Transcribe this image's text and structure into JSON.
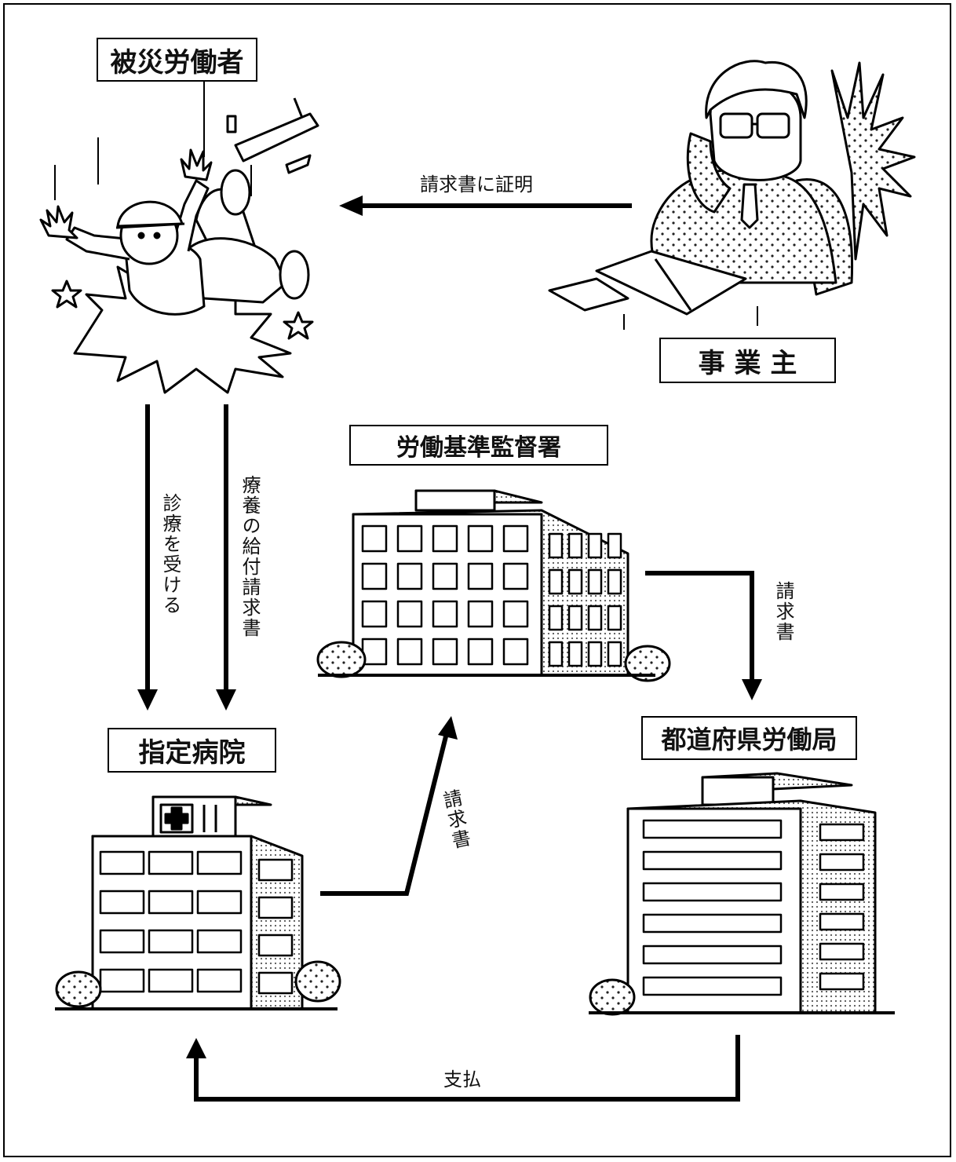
{
  "nodes": {
    "worker": "被災労働者",
    "employer": "事 業 主",
    "labor_office": "労働基準監督署",
    "hospital": "指定病院",
    "prefecture_bureau": "都道府県労働局"
  },
  "edges": {
    "employer_to_worker": "請求書に証明",
    "worker_to_hospital_care": "診療を受ける",
    "worker_to_hospital_claim": "療養の給付請求書",
    "hospital_to_office": "請求書",
    "office_to_bureau": "請求書",
    "bureau_to_hospital": "支払"
  },
  "icons": {
    "worker": "falling-worker-icon",
    "employer": "employer-on-phone-icon",
    "labor_office": "office-building-icon",
    "hospital": "hospital-building-icon",
    "prefecture_bureau": "government-building-icon"
  },
  "colors": {
    "line": "#000000",
    "fill": "#ffffff",
    "dots": "#cfcfcf"
  }
}
